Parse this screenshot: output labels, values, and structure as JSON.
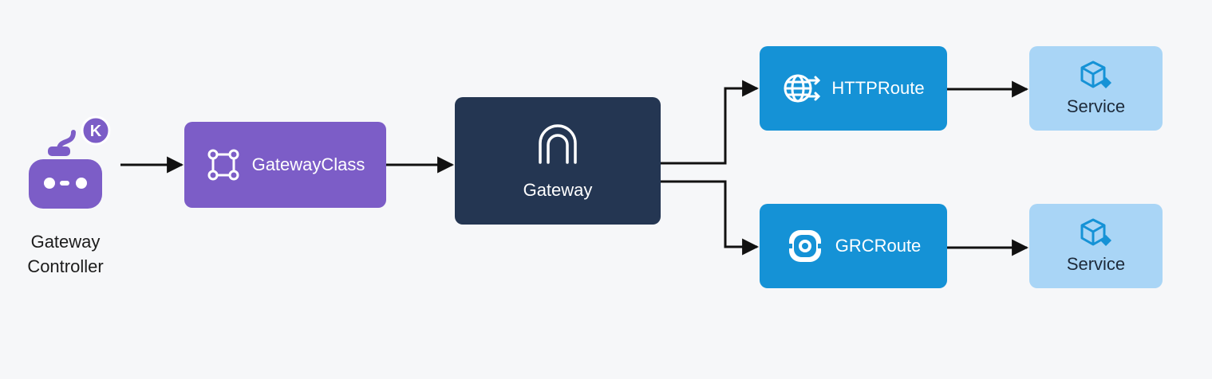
{
  "controller": {
    "label_line1": "Gateway",
    "label_line2": "Controller",
    "badge": "K",
    "icon": "controller-icon"
  },
  "gateway_class": {
    "label": "GatewayClass",
    "icon": "nodes-icon"
  },
  "gateway": {
    "label": "Gateway",
    "icon": "arch-icon"
  },
  "routes": [
    {
      "label": "HTTPRoute",
      "icon": "globe-arrows-icon"
    },
    {
      "label": "GRCRoute",
      "icon": "grpc-icon"
    }
  ],
  "services": [
    {
      "label": "Service",
      "icon": "cube-icon"
    },
    {
      "label": "Service",
      "icon": "cube-icon"
    }
  ],
  "colors": {
    "background": "#f6f7f9",
    "controller": "#7c5dc7",
    "gateway_class": "#7c5dc7",
    "gateway": "#243652",
    "route": "#1592d6",
    "service": "#a9d5f6",
    "arrow": "#111111"
  }
}
